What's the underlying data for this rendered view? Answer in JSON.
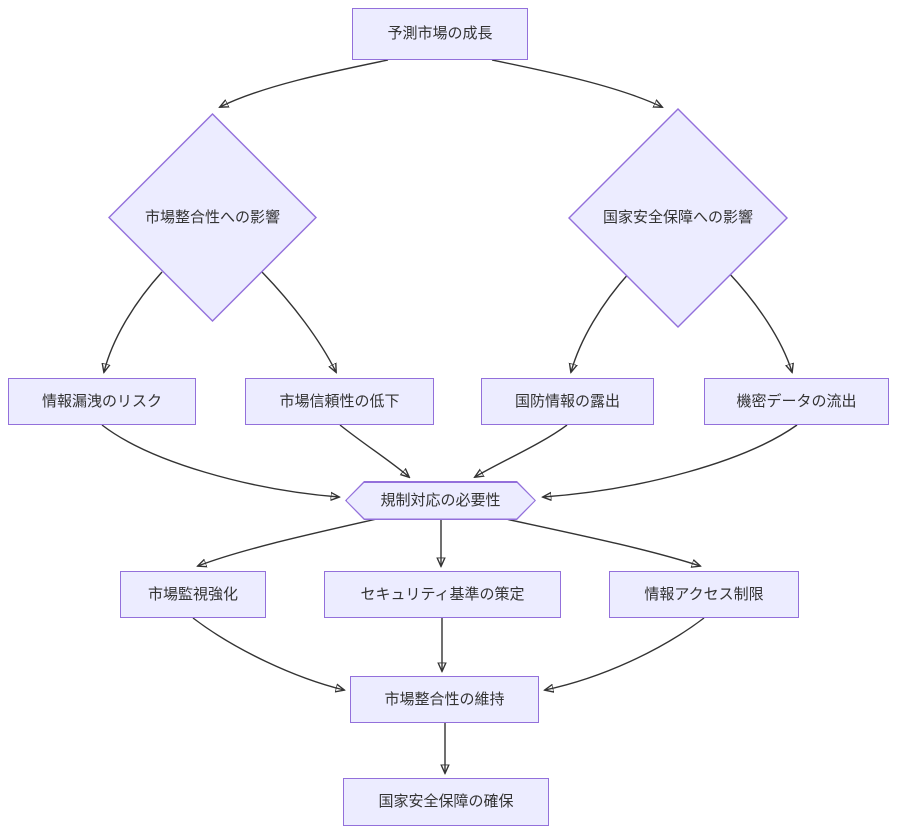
{
  "colors": {
    "node_fill": "#ECECFF",
    "node_border": "#9370DB",
    "edge_stroke": "#333333",
    "text": "#333333",
    "background": "#FFFFFF"
  },
  "nodes": {
    "growth": {
      "label": "予測市場の成長",
      "shape": "rect"
    },
    "market_impact": {
      "label": "市場整合性への影響",
      "shape": "diamond"
    },
    "security_impact": {
      "label": "国家安全保障への影響",
      "shape": "diamond"
    },
    "leak_risk": {
      "label": "情報漏洩のリスク",
      "shape": "rect"
    },
    "trust_decline": {
      "label": "市場信頼性の低下",
      "shape": "rect"
    },
    "defense_exposure": {
      "label": "国防情報の露出",
      "shape": "rect"
    },
    "data_leak": {
      "label": "機密データの流出",
      "shape": "rect"
    },
    "regulation_need": {
      "label": "規制対応の必要性",
      "shape": "hexagon"
    },
    "surveillance": {
      "label": "市場監視強化",
      "shape": "rect"
    },
    "security_standards": {
      "label": "セキュリティ基準の策定",
      "shape": "rect"
    },
    "access_limit": {
      "label": "情報アクセス制限",
      "shape": "rect"
    },
    "integrity_keep": {
      "label": "市場整合性の維持",
      "shape": "rect"
    },
    "security_ensure": {
      "label": "国家安全保障の確保",
      "shape": "rect"
    }
  },
  "edges": [
    {
      "from": "growth",
      "to": "market_impact"
    },
    {
      "from": "growth",
      "to": "security_impact"
    },
    {
      "from": "market_impact",
      "to": "leak_risk"
    },
    {
      "from": "market_impact",
      "to": "trust_decline"
    },
    {
      "from": "security_impact",
      "to": "defense_exposure"
    },
    {
      "from": "security_impact",
      "to": "data_leak"
    },
    {
      "from": "leak_risk",
      "to": "regulation_need"
    },
    {
      "from": "trust_decline",
      "to": "regulation_need"
    },
    {
      "from": "defense_exposure",
      "to": "regulation_need"
    },
    {
      "from": "data_leak",
      "to": "regulation_need"
    },
    {
      "from": "regulation_need",
      "to": "surveillance"
    },
    {
      "from": "regulation_need",
      "to": "security_standards"
    },
    {
      "from": "regulation_need",
      "to": "access_limit"
    },
    {
      "from": "surveillance",
      "to": "integrity_keep"
    },
    {
      "from": "security_standards",
      "to": "integrity_keep"
    },
    {
      "from": "access_limit",
      "to": "integrity_keep"
    },
    {
      "from": "integrity_keep",
      "to": "security_ensure"
    }
  ]
}
